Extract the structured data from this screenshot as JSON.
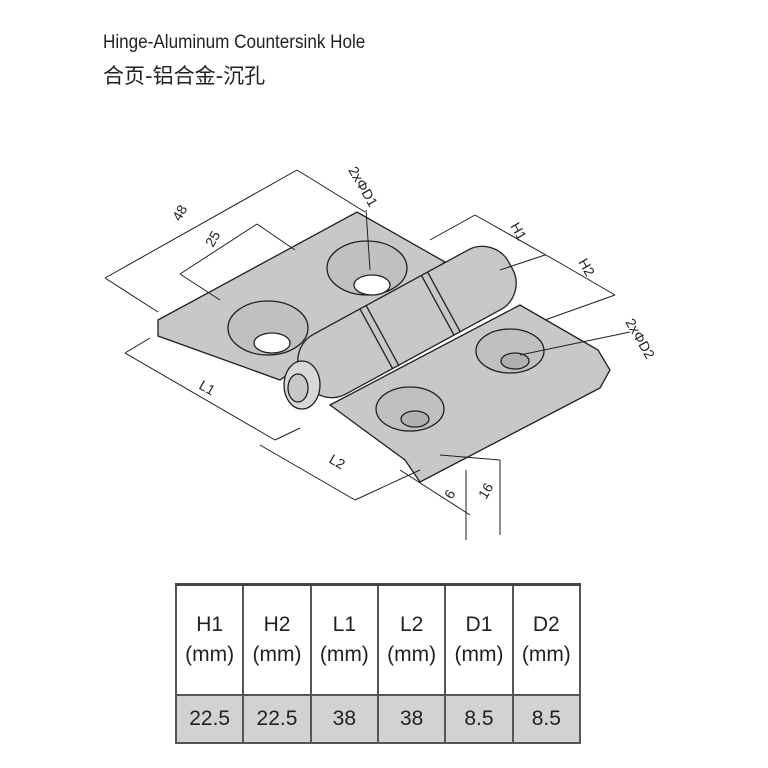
{
  "title_en": "Hinge-Aluminum Countersink Hole",
  "title_cn": "合页-铝合金-沉孔",
  "diagram": {
    "dim_48": "48",
    "dim_25": "25",
    "hole_d1": "2xΦD1",
    "hole_d2": "2xΦD2",
    "dim_h1": "H1",
    "dim_h2": "H2",
    "dim_l1": "L1",
    "dim_l2": "L2",
    "dim_6": "6",
    "dim_16": "16"
  },
  "table": {
    "headers": [
      {
        "name": "H1",
        "unit": "(mm)"
      },
      {
        "name": "H2",
        "unit": "(mm)"
      },
      {
        "name": "L1",
        "unit": "(mm)"
      },
      {
        "name": "L2",
        "unit": "(mm)"
      },
      {
        "name": "D1",
        "unit": "(mm)"
      },
      {
        "name": "D2",
        "unit": "(mm)"
      }
    ],
    "values": [
      "22.5",
      "22.5",
      "38",
      "38",
      "8.5",
      "8.5"
    ]
  }
}
